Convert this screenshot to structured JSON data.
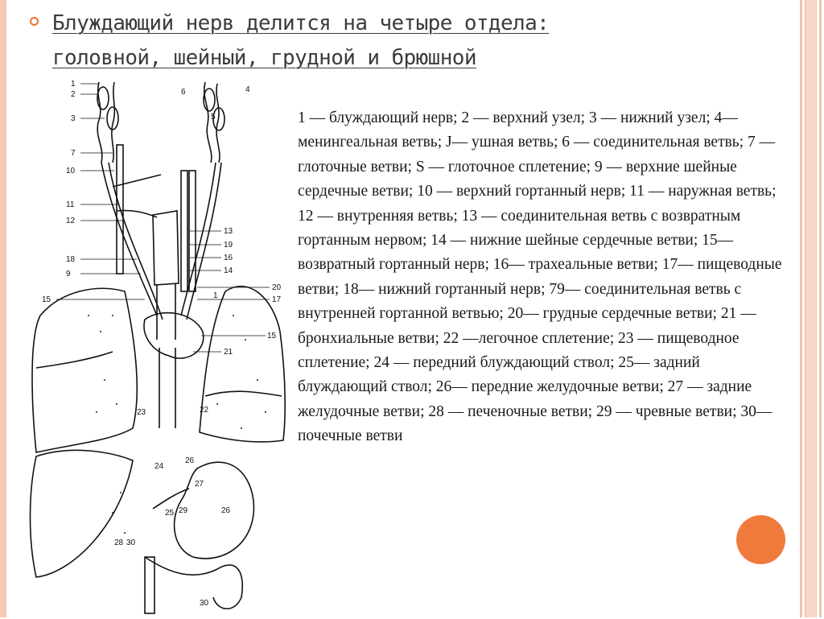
{
  "slide": {
    "title_line1": "Блуждающий нерв делится на четыре отдела:",
    "title_line2": "головной, шейный, грудной и брюшной",
    "legend": "1 — блуждающий нерв; 2 — верхний узел; 3 — нижний узел; 4— менингеальная ветвь; J— ушная ветвь; 6 — соединительная ветвь; 7 — глоточные ветви; S — глоточное сплетение; 9 — верхние шейные сердечные ветви; 10 — верхний гортанный нерв; 11 — наружная ветвь; 12 — внутренняя ветвь; 13 — соединительная ветвь с возвратным гортанным нервом; 14 — нижние шейные сердечные ветви; 15— возвратный гортанный нерв; 16— трахеальные ветви; 17— пищеводные ветви; 18— нижний гортанный нерв; 79— соединительная ветвь с внутренней гортанной ветвью; 20— грудные сердечные ветви; 21 — бронхиальные ветви; 22 —легочное сплетение; 23 — пищеводное сплетение; 24 — передний блуждающий ствол; 25— задний блуждающий ствол; 26— передние желудочные ветви; 27 — задние желудочные ветви; 28 — печеночные ветви; 29 — чревные ветви; 30— почечные ветви"
  },
  "figure_labels": {
    "l1": "1",
    "l2": "2",
    "l3": "3",
    "l4": "4",
    "l5": "5",
    "l6": "6",
    "l7": "7",
    "l10": "10",
    "l11": "11",
    "l12": "12",
    "l13": "13",
    "l19": "19",
    "l16": "16",
    "l14": "14",
    "l18": "18",
    "l9": "9",
    "l20": "20",
    "l17": "17",
    "l15a": "15",
    "l1b": "1",
    "l15b": "15",
    "l21": "21",
    "l22": "22",
    "l23": "23",
    "l24": "24",
    "l26a": "26",
    "l27": "27",
    "l25": "25",
    "l29": "29",
    "l26b": "26",
    "l28": "28",
    "l30a": "30",
    "l30b": "30"
  },
  "colors": {
    "accent": "#f07a3c",
    "frame": "#f0c3ae",
    "title": "#3c3c3c"
  },
  "icons": {
    "bullet": "circle-bullet-icon",
    "decor": "orange-circle-icon"
  }
}
